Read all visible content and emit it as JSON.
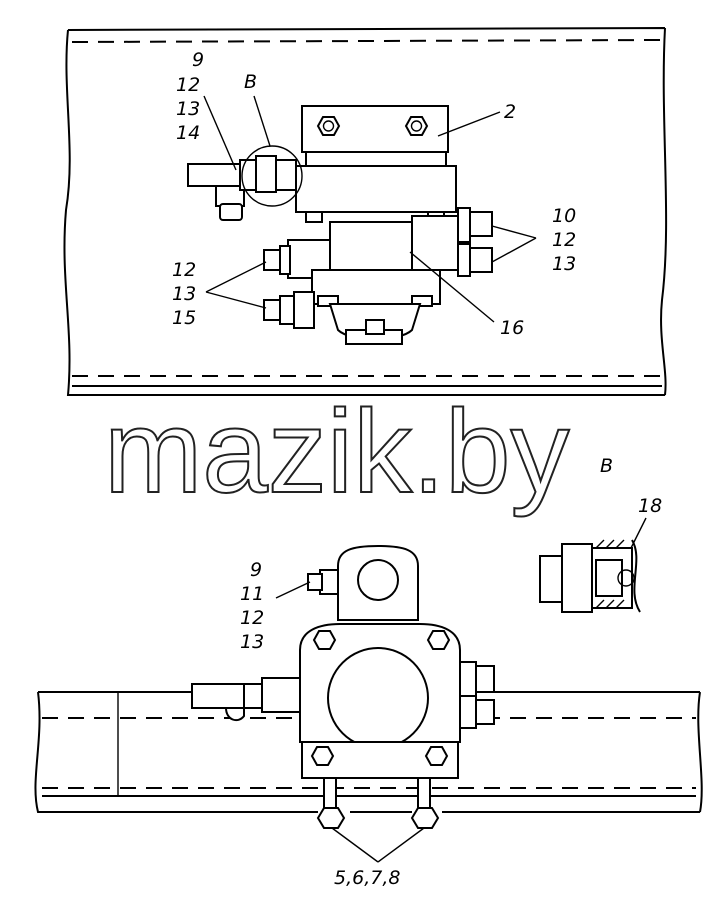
{
  "watermark": "mazik.by",
  "top_view": {
    "callout_9_12_13_14": [
      "9",
      "12",
      "13",
      "14"
    ],
    "callout_B": "В",
    "callout_2": "2",
    "callout_10_12_13": [
      "10",
      "12",
      "13"
    ],
    "callout_12_13_15": [
      "12",
      "13",
      "15"
    ],
    "callout_16": "16"
  },
  "detail_B": {
    "title": "В",
    "callout_18": "18"
  },
  "bottom_view": {
    "callout_9_11_12_13": [
      "9",
      "11",
      "12",
      "13"
    ],
    "callout_5_6_7_8": "5,6,7,8"
  }
}
